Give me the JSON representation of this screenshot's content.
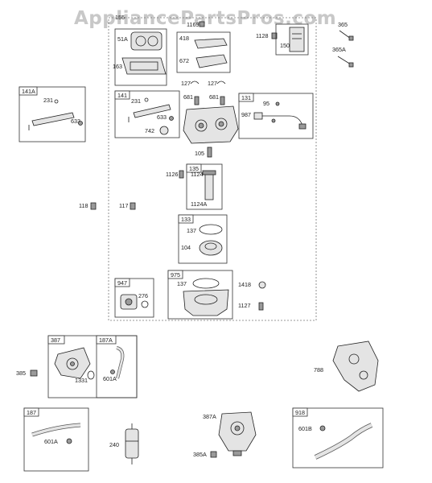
{
  "watermark": "AppliancePartsPros.com",
  "callouts": {
    "c155": "155",
    "c1169": "1169",
    "c1128": "1128",
    "c365": "365",
    "c365a": "365A",
    "c51a": "51A",
    "c418": "418",
    "c672": "672",
    "c150": "150",
    "c163": "163",
    "c141a_box": "141A",
    "c231_a": "231",
    "c633_a": "633",
    "c127_a": "127",
    "c127_b": "127",
    "c141_box": "141",
    "c231_b": "231",
    "c633_b": "633",
    "c742": "742",
    "c681_a": "681",
    "c681_b": "681",
    "c131_box": "131",
    "c95": "95",
    "c987": "987",
    "c105": "105",
    "c135_box": "135",
    "c1126": "1126",
    "c1124": "1124",
    "c1124a": "1124A",
    "c118": "118",
    "c117": "117",
    "c133_box": "133",
    "c137_a": "137",
    "c104": "104",
    "c947_box": "947",
    "c276": "276",
    "c975_box": "975",
    "c137_b": "137",
    "c1418": "1418",
    "c1127": "1127",
    "c387_box": "387",
    "c187a_box": "187A",
    "c385": "385",
    "c1331": "1331",
    "c601a_a": "601A",
    "c788": "788",
    "c187_box": "187",
    "c601a_b": "601A",
    "c240": "240",
    "c387a": "387A",
    "c385a": "385A",
    "c918_box": "918",
    "c601b": "601B"
  }
}
